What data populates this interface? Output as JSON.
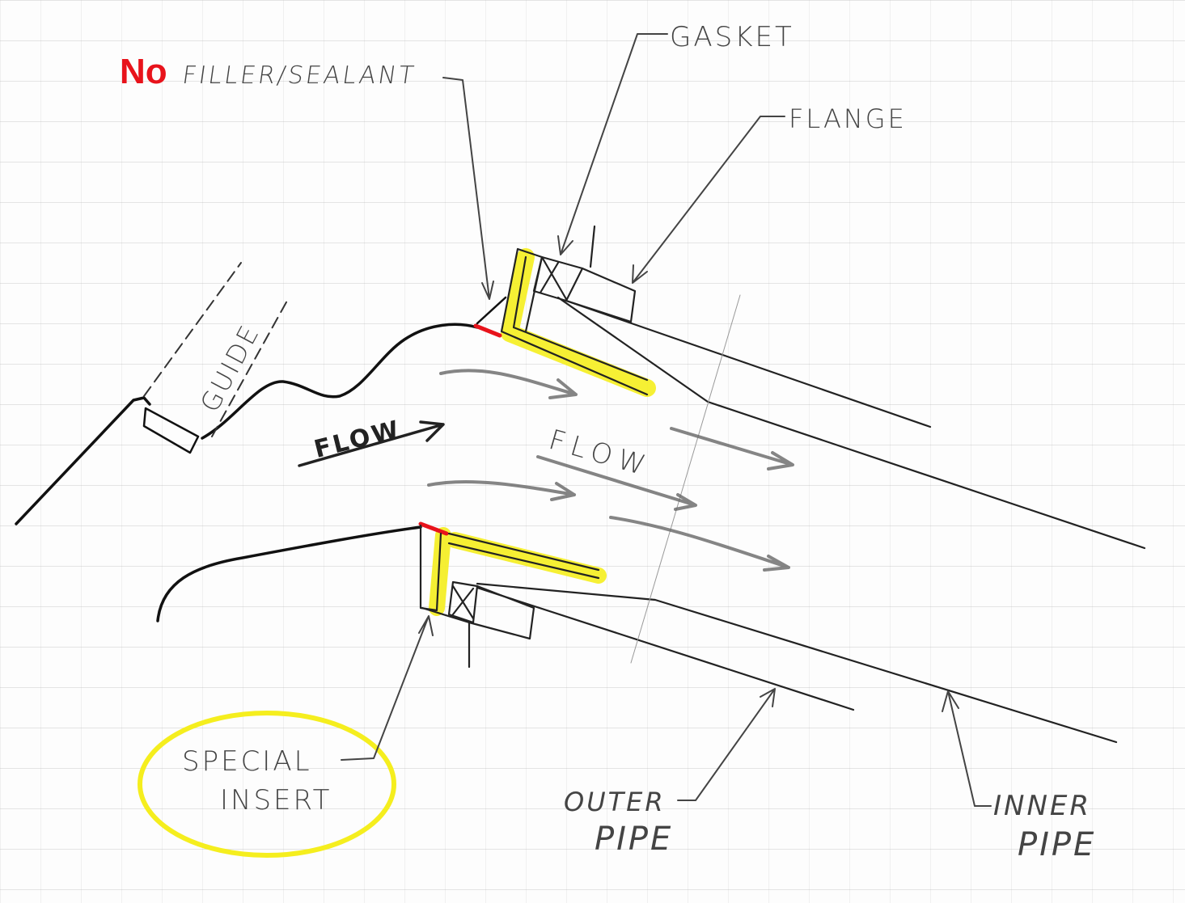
{
  "labels": {
    "no": "No",
    "filler_sealant": "FILLER/SEALANT",
    "gasket": "GASKET",
    "flange": "FLANGE",
    "guide": "GUIDE",
    "flow_left": "FLOW",
    "flow_center": "FLOW",
    "special_insert_line1": "SPECIAL",
    "special_insert_line2": "INSERT",
    "outer_pipe_line1": "OUTER",
    "outer_pipe_line2": "PIPE",
    "inner_pipe_line1": "INNER",
    "inner_pipe_line2": "PIPE"
  },
  "colors": {
    "ink": "#222222",
    "pencil": "#555555",
    "highlight": "#f5ee1e",
    "warning": "#e8131b"
  }
}
